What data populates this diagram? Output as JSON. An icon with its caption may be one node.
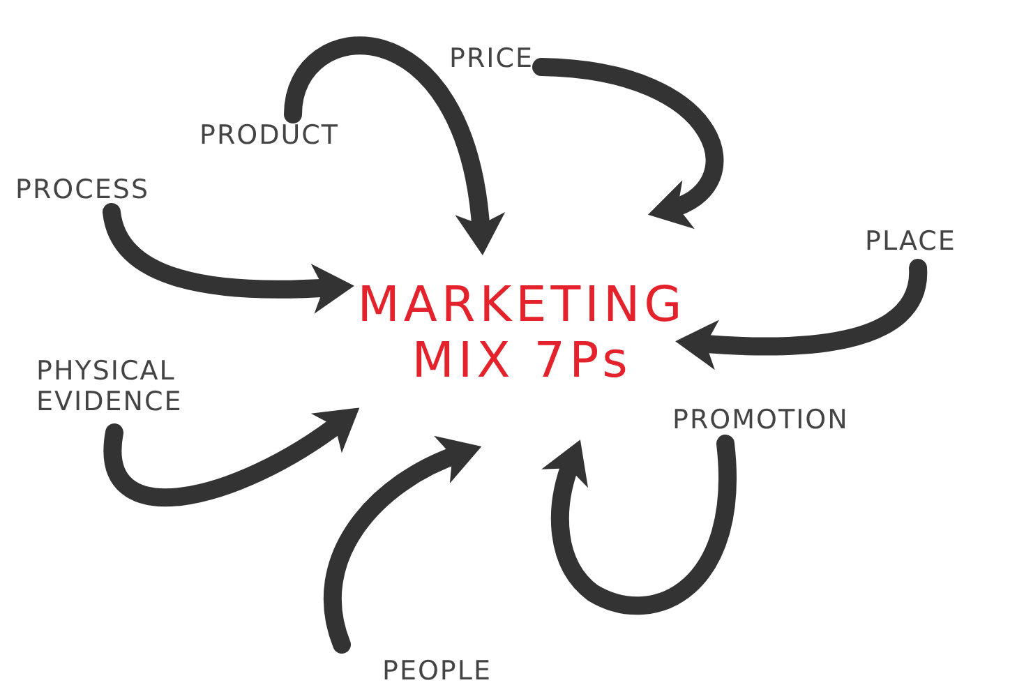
{
  "diagram": {
    "nodes": [
      {
        "text": [
          "MARKETING MIX 7Ps"
        ]
      },
      {
        "text": [
          "PRODUCT"
        ]
      },
      {
        "text": [
          "PRICE"
        ]
      },
      {
        "text": [
          "PROCESS"
        ]
      },
      {
        "text": [
          "PLACE"
        ]
      },
      {
        "text": [
          "PHYSICAL EVIDENCE"
        ]
      },
      {
        "text": [
          "PROMOTION"
        ]
      },
      {
        "text": [
          "PEOPLE"
        ]
      }
    ],
    "edges": [
      {
        "from": 1,
        "to": 0,
        "arrow": "to"
      },
      {
        "from": 2,
        "to": 0,
        "arrow": "to"
      },
      {
        "from": 3,
        "to": 0,
        "arrow": "to"
      },
      {
        "from": 4,
        "to": 0,
        "arrow": "to"
      },
      {
        "from": 5,
        "to": 0,
        "arrow": "to"
      },
      {
        "from": 6,
        "to": 0,
        "arrow": "to"
      },
      {
        "from": 7,
        "to": 0,
        "arrow": "to"
      }
    ]
  }
}
